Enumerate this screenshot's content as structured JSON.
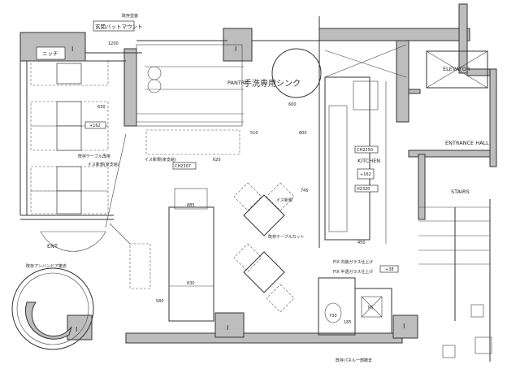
{
  "labels": {
    "entrance_mount": "玄関バットマウント",
    "existing_finish": "既存塗装",
    "niche": "ニッチ",
    "pantry": "PANTRY",
    "handwritten_note": "手洗専用シンク",
    "kitchen": "KITCHEN",
    "elevator": "ELEVATOR",
    "entrance_hall": "ENTRANCE HALL",
    "stairs": "STAIRS",
    "ent": "ENT",
    "ps": "PS",
    "table_reuse": "既存テーブル再用",
    "chair_new": "イス新規(家支給)",
    "chair_new_short": "イス新規",
    "table_cut": "既存テーブルカット",
    "glass_note_1": "FIX 内装ガラス仕上げ",
    "glass_note_2": "FIX 半透ガラス仕上げ",
    "panel_note": "既存パネル一部撤去",
    "ent_note": "既存アンバンドア撤去"
  },
  "badges": {
    "lvl1": "+162",
    "lvl2": "+162",
    "lvl3": "+38",
    "ch1": "CH2307",
    "ch2": "CH2250",
    "ch3": "H2320"
  },
  "dims": {
    "d1200": "1200",
    "d630a": "630",
    "d510": "510",
    "d600": "600",
    "d800": "800",
    "d620": "620",
    "d885": "885",
    "d630b": "630",
    "d580": "580",
    "d745": "745",
    "d730": "730",
    "d185": "185",
    "d450": "450"
  }
}
